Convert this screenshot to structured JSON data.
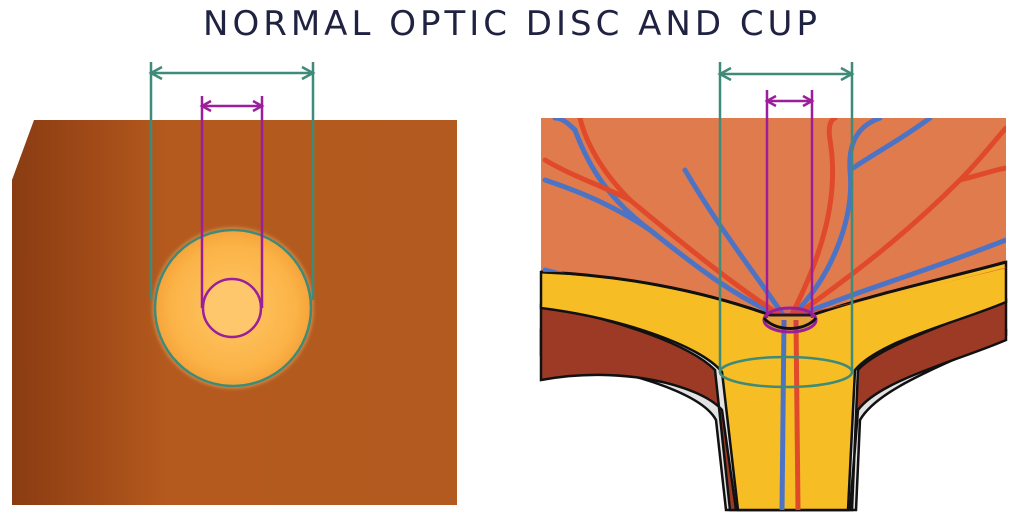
{
  "title": "NORMAL OPTIC DISC AND CUP",
  "colors": {
    "fundus": "#b45a1e",
    "fundus_dark": "#7a3210",
    "disc": "#fbb347",
    "disc_edge": "#3f8a78",
    "cup_outline": "#9b1f9b",
    "disc_bracket": "#3f8a78",
    "cup_bracket": "#9b1f9b",
    "retina": "#e07b4e",
    "retina_layer_yellow": "#f7bd25",
    "choroid": "#9d3a26",
    "sclera": "#e3e3e3",
    "artery": "#e04a2a",
    "vein": "#4d74c4"
  },
  "panels": [
    {
      "name": "fundus-view",
      "shows": [
        "disc",
        "cup"
      ]
    },
    {
      "name": "cross-section-view",
      "shows": [
        "disc",
        "cup"
      ]
    }
  ]
}
